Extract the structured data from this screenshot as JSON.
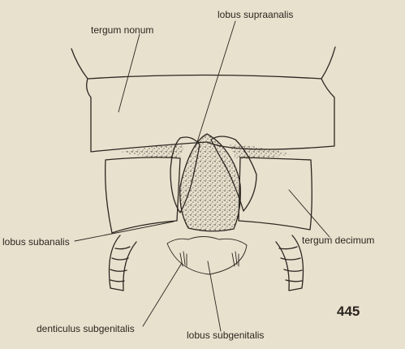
{
  "figure_number": "445",
  "labels": {
    "tergum_nonum": "tergum nonum",
    "lobus_supraanalis": "lobus supraanalis",
    "lobus_subanalis": "lobus subanalis",
    "tergum_decimum": "tergum decimum",
    "denticulus_subgenitalis": "denticulus subgenitalis",
    "lobus_subgenitalis": "lobus subgenitalis"
  },
  "colors": {
    "paper": "#e8e1ce",
    "ink": "#2b2620"
  }
}
